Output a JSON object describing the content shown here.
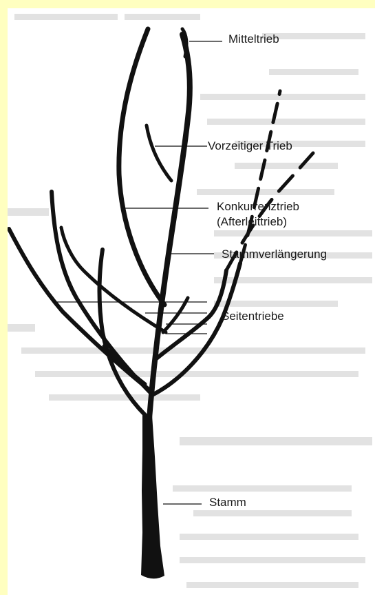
{
  "labels": {
    "mitteltrieb": "Mitteltrieb",
    "vorzeitiger_trieb": "Vorzeitiger Trieb",
    "konkurrenztrieb": "Konkurrenztrieb",
    "afterleittrieb": "(Afterleittrieb)",
    "stammverlaengerung": "Stammverlängerung",
    "seitentriebe": "Seitentriebe",
    "stamm": "Stamm"
  },
  "colors": {
    "frame": "#ffffc0",
    "sheet": "#ffffff",
    "branch": "#111111",
    "ghost_text": "#dcdcdc"
  }
}
